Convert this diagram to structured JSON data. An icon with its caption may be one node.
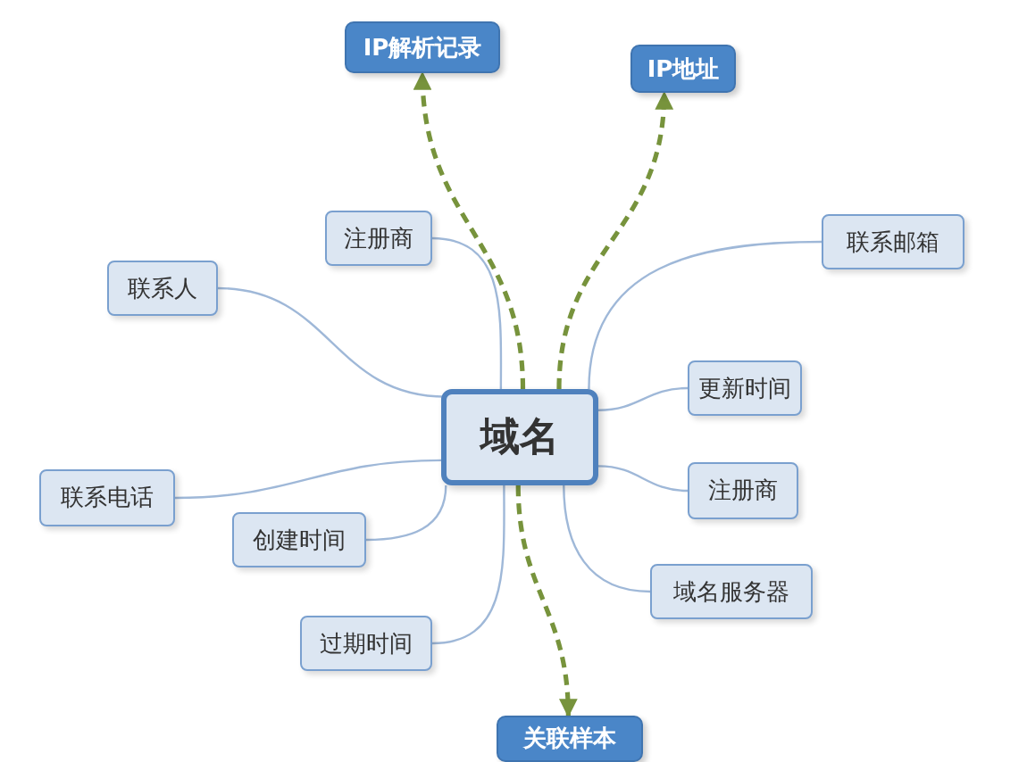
{
  "diagram": {
    "nodes": [
      {
        "text": [
          "域名"
        ]
      },
      {
        "text": [
          "IP解析记录"
        ]
      },
      {
        "text": [
          "IP地址"
        ]
      },
      {
        "text": [
          "关联样本"
        ]
      },
      {
        "text": [
          "注册商"
        ]
      },
      {
        "text": [
          "联系人"
        ]
      },
      {
        "text": [
          "联系邮箱"
        ]
      },
      {
        "text": [
          "更新时间"
        ]
      },
      {
        "text": [
          "联系电话"
        ]
      },
      {
        "text": [
          "创建时间"
        ]
      },
      {
        "text": [
          "注册商"
        ]
      },
      {
        "text": [
          "域名服务器"
        ]
      },
      {
        "text": [
          "过期时间"
        ]
      }
    ],
    "edges": [
      {
        "from": 0,
        "to": 1,
        "arrow": "to",
        "style": "dashed",
        "color": "#77933c"
      },
      {
        "from": 0,
        "to": 2,
        "arrow": "to",
        "style": "dashed",
        "color": "#77933c"
      },
      {
        "from": 0,
        "to": 3,
        "arrow": "to",
        "style": "dashed",
        "color": "#77933c"
      },
      {
        "from": 0,
        "to": 4,
        "arrow": "none"
      },
      {
        "from": 0,
        "to": 5,
        "arrow": "none"
      },
      {
        "from": 0,
        "to": 6,
        "arrow": "none"
      },
      {
        "from": 0,
        "to": 7,
        "arrow": "none"
      },
      {
        "from": 0,
        "to": 8,
        "arrow": "none"
      },
      {
        "from": 0,
        "to": 9,
        "arrow": "none"
      },
      {
        "from": 0,
        "to": 10,
        "arrow": "none"
      },
      {
        "from": 0,
        "to": 11,
        "arrow": "none"
      },
      {
        "from": 0,
        "to": 12,
        "arrow": "none"
      }
    ]
  }
}
